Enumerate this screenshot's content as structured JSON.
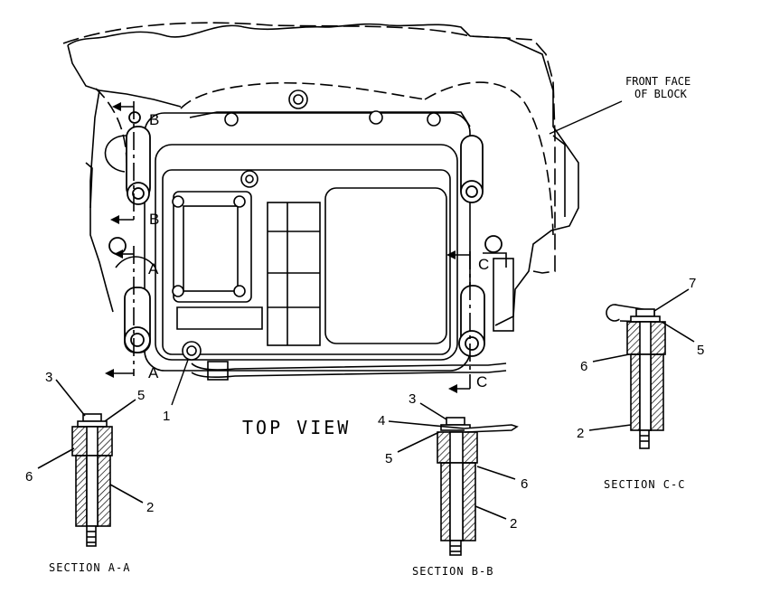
{
  "labels": {
    "front_face_line1": "FRONT FACE",
    "front_face_line2": "OF BLOCK",
    "top_view": "TOP VIEW",
    "section_aa": "SECTION A-A",
    "section_bb": "SECTION B-B",
    "section_cc": "SECTION C-C"
  },
  "cut_letters": {
    "b_top": "B",
    "b_bottom": "B",
    "a_top": "A",
    "a_bottom": "A",
    "c_top": "C",
    "c_bottom": "C"
  },
  "callouts": {
    "main_1": "1",
    "aa_3": "3",
    "aa_5": "5",
    "aa_6": "6",
    "aa_2": "2",
    "bb_3": "3",
    "bb_4": "4",
    "bb_5": "5",
    "bb_6": "6",
    "bb_2": "2",
    "cc_7": "7",
    "cc_5": "5",
    "cc_6": "6",
    "cc_2": "2"
  }
}
